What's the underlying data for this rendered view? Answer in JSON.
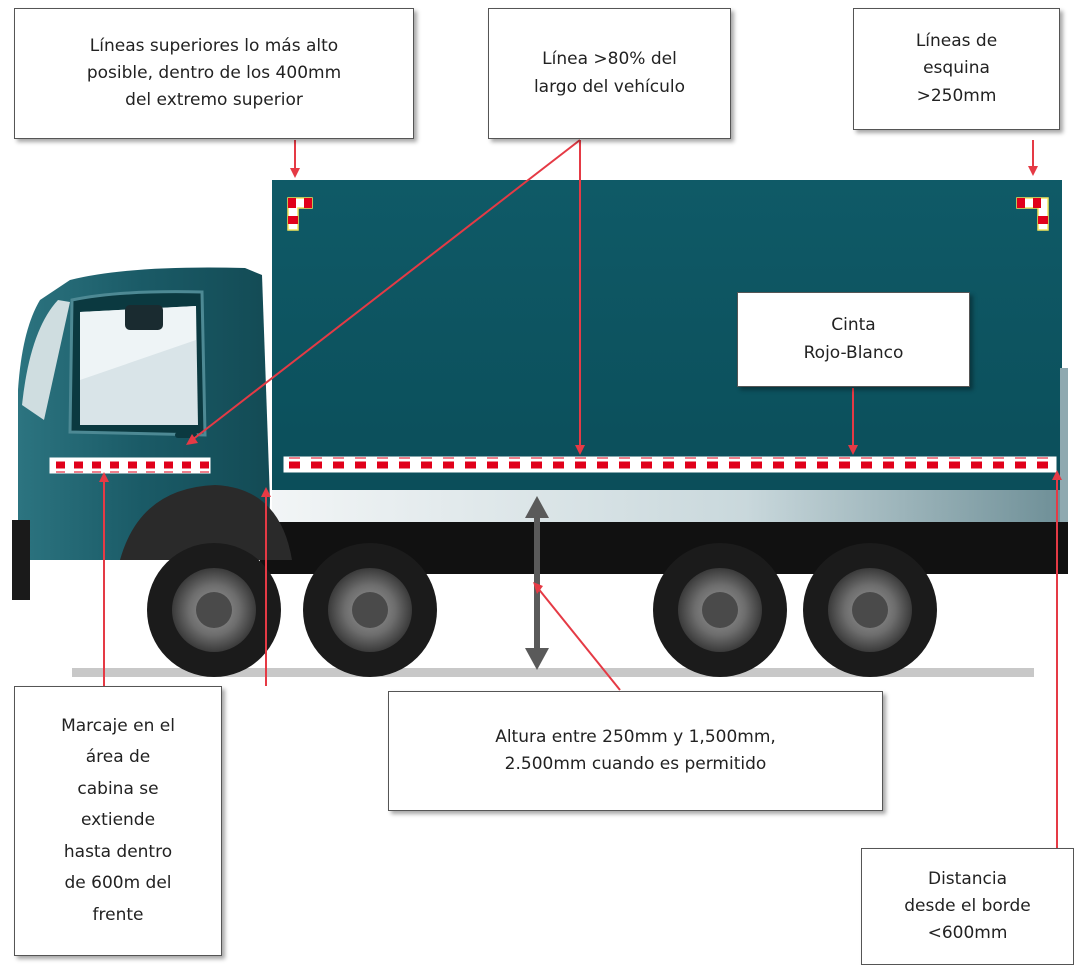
{
  "callouts": {
    "top_lines": "Líneas superiores lo más alto\nposible, dentro de los 400mm\ndel extremo superior",
    "line_80": "Línea >80% del\nlargo del vehículo",
    "corner_lines": "Líneas de\nesquina\n>250mm",
    "tape": "Cinta\nRojo-Blanco",
    "cab_marking": "Marcaje en el\nárea de\ncabina se\nextiende\nhasta dentro\nde 600m del\nfrente",
    "height": "Altura entre 250mm y 1,500mm,\n2.500mm cuando es permitido",
    "edge_distance": "Distancia\ndesde el borde\n<600mm"
  },
  "colors": {
    "box_body": "#0f5a67",
    "cab_body": "#1f5f6c",
    "tape_red": "#e0001a",
    "tape_white": "#ffffff",
    "pointer_red": "#e53a45",
    "arrow_gray": "#5a5a5a",
    "chassis": "#111111",
    "ground": "#c8c8c8"
  },
  "icons": {
    "truck": "truck-illustration",
    "corner_marker": "corner-reflective-marker",
    "height_arrow": "double-headed-arrow"
  }
}
